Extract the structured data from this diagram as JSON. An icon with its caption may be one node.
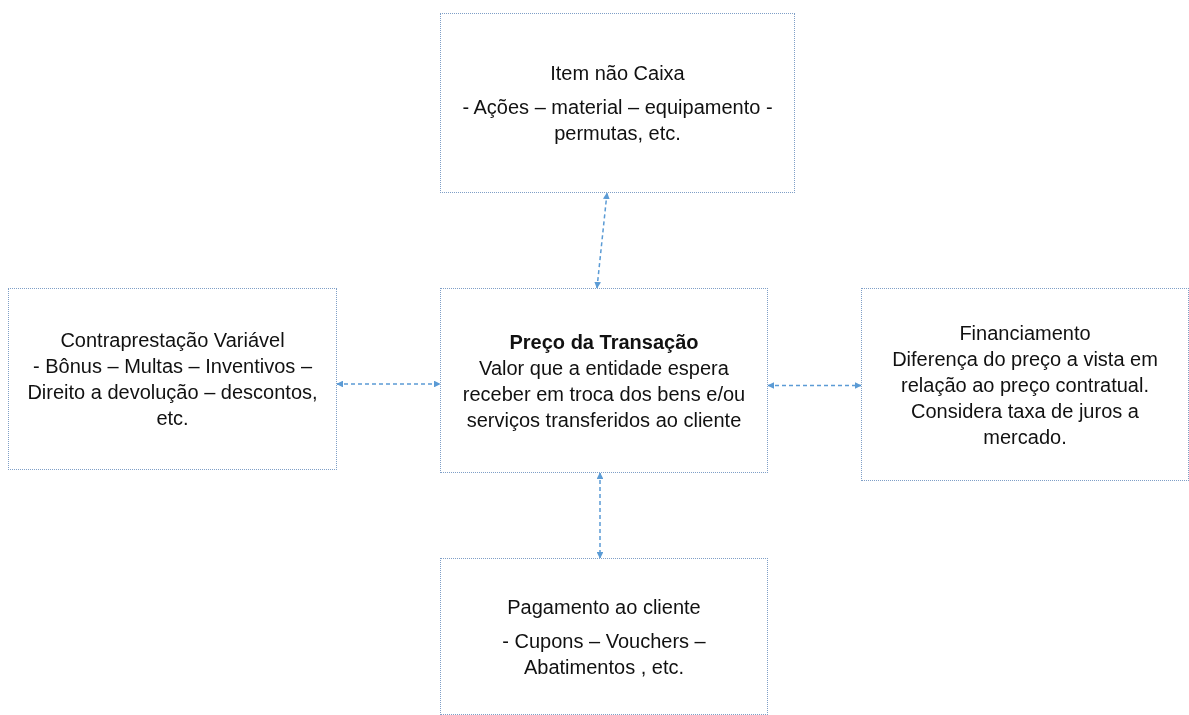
{
  "diagram": {
    "nodes": [
      {
        "text": [
          "Item não Caixa",
          "- Ações – material – equipamento - permutas, etc."
        ]
      },
      {
        "text": [
          "Contraprestação Variável",
          "- Bônus – Multas – Inventivos – Direito a devolução – descontos, etc."
        ]
      },
      {
        "text": [
          "Preço da Transação",
          "Valor que a entidade espera receber em troca dos bens e/ou serviços transferidos ao cliente"
        ]
      },
      {
        "text": [
          "Financiamento",
          "Diferença do preço a vista em relação ao preço contratual. Considera taxa de juros a mercado."
        ]
      },
      {
        "text": [
          "Pagamento ao cliente",
          "- Cupons – Vouchers – Abatimentos , etc."
        ]
      }
    ],
    "edges": [
      {
        "from": 2,
        "to": 0,
        "arrow": "both",
        "style": "dashed"
      },
      {
        "from": 1,
        "to": 2,
        "arrow": "both",
        "style": "dashed"
      },
      {
        "from": 2,
        "to": 3,
        "arrow": "both",
        "style": "dashed"
      },
      {
        "from": 2,
        "to": 4,
        "arrow": "both",
        "style": "dashed"
      }
    ]
  }
}
